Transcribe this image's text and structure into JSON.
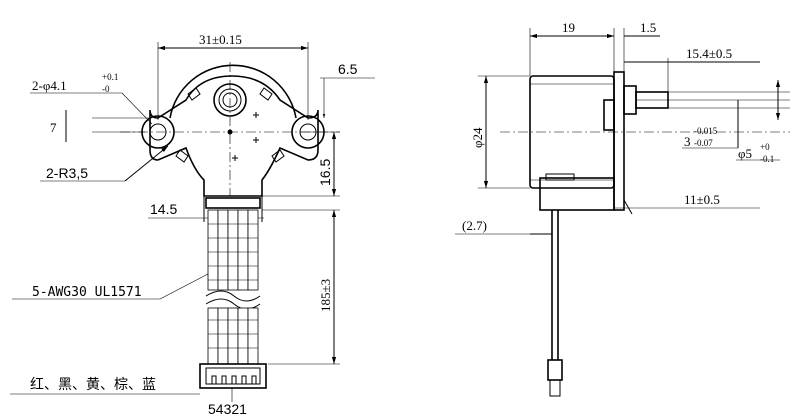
{
  "front_view": {
    "width_dim": "31±0.15",
    "hole_dim_main": "2-φ4.1",
    "hole_dim_sup": "+0.1",
    "hole_dim_sub": "-0",
    "mount_offset": "6.5",
    "height_offset": "7",
    "radius_dim": "2-R3,5",
    "center_to_base": "16.5",
    "base_width": "14.5",
    "wire_spec": "5-AWG30 UL1571",
    "lead_length": "185±3",
    "wire_colors": "红、黑、黄、棕、蓝",
    "pin_numbers": "54321"
  },
  "side_view": {
    "body_length": "19",
    "flange_thickness": "1.5",
    "shaft_length": "15.4±0.5",
    "diameter": "φ24",
    "flat_main": "3",
    "flat_sup": "-0.015",
    "flat_sub": "-0.07",
    "shaft_dia_main": "φ5",
    "shaft_dia_sup": "+0",
    "shaft_dia_sub": "-0.1",
    "shaft_exposed": "11±0.5",
    "pcb_offset": "(2.7)"
  }
}
